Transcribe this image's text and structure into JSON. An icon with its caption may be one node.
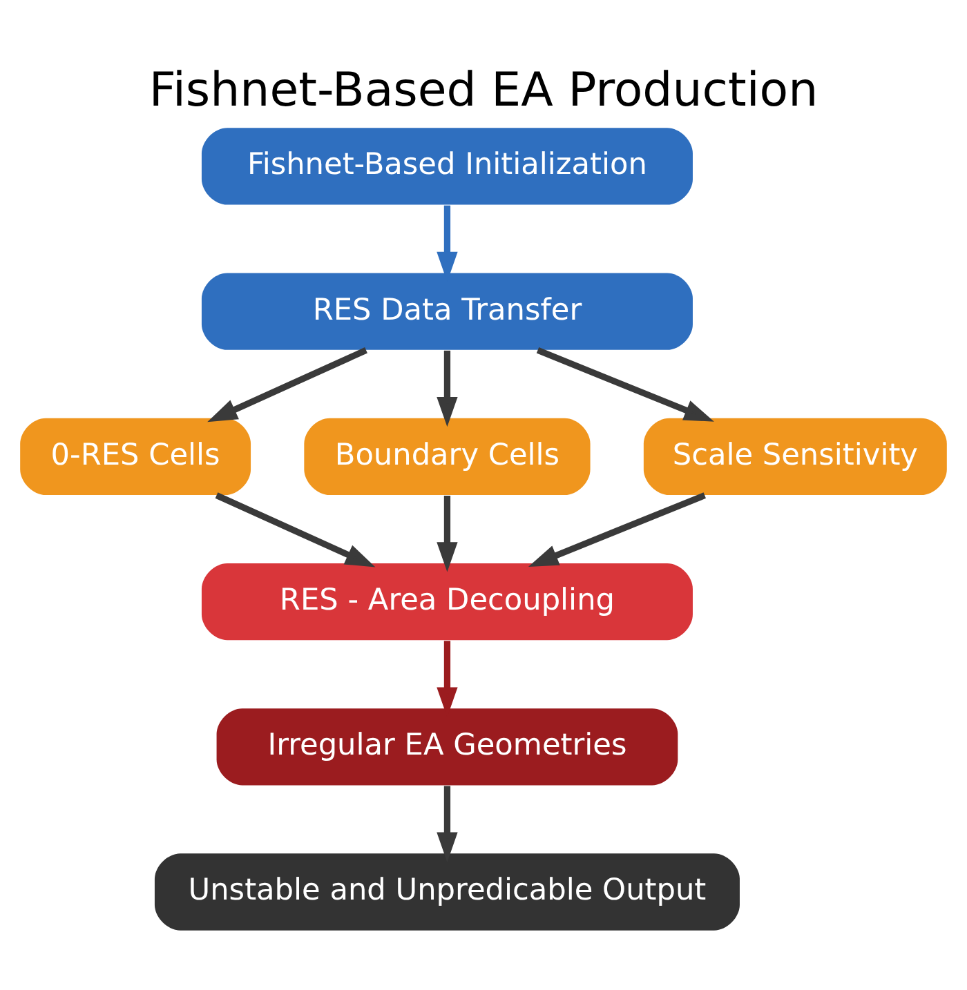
{
  "diagram": {
    "title": "Fishnet-Based EA Production",
    "nodes": [
      {
        "text": [
          "Fishnet-Based Initialization"
        ]
      },
      {
        "text": [
          "RES Data Transfer"
        ]
      },
      {
        "text": [
          "0-RES Cells"
        ]
      },
      {
        "text": [
          "Boundary Cells"
        ]
      },
      {
        "text": [
          "Scale Sensitivity"
        ]
      },
      {
        "text": [
          "RES - Area Decoupling"
        ]
      },
      {
        "text": [
          "Irregular EA Geometries"
        ]
      },
      {
        "text": [
          "Unstable and Unpredicable Output"
        ]
      }
    ],
    "edges": [
      {
        "from": 0,
        "to": 1,
        "arrow": "to",
        "color": "#2f6fbf"
      },
      {
        "from": 1,
        "to": 2,
        "arrow": "to"
      },
      {
        "from": 1,
        "to": 3,
        "arrow": "to"
      },
      {
        "from": 1,
        "to": 4,
        "arrow": "to"
      },
      {
        "from": 2,
        "to": 5,
        "arrow": "to"
      },
      {
        "from": 3,
        "to": 5,
        "arrow": "to"
      },
      {
        "from": 4,
        "to": 5,
        "arrow": "to"
      },
      {
        "from": 5,
        "to": 6,
        "arrow": "to",
        "color": "#9b1c1f"
      },
      {
        "from": 6,
        "to": 7,
        "arrow": "to"
      }
    ]
  }
}
